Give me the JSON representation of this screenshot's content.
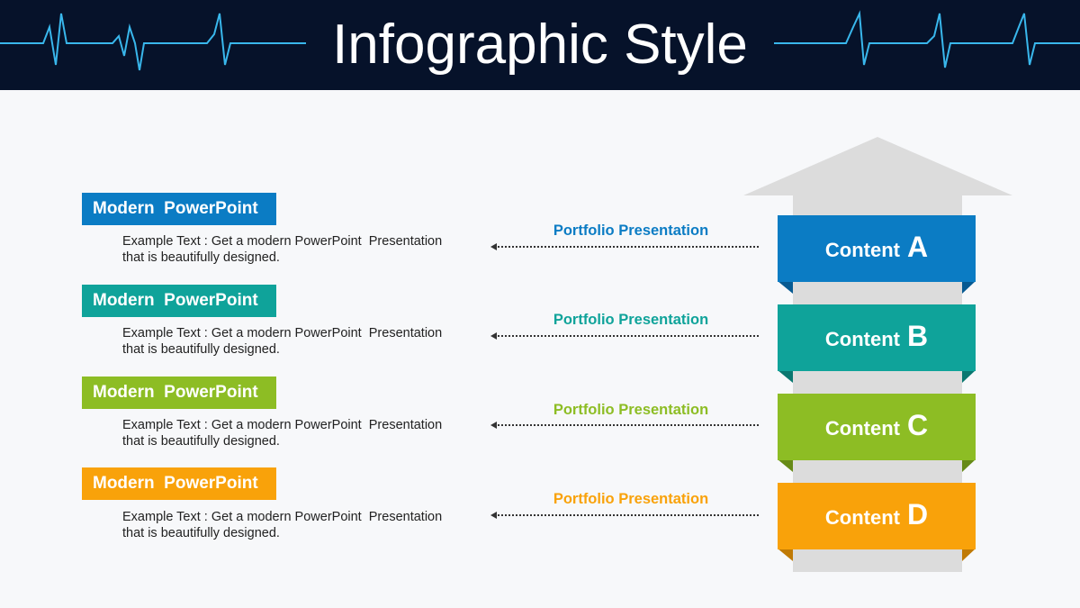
{
  "header": {
    "title": "Infographic Style"
  },
  "colors": {
    "header_bg": "#06122a",
    "pulse": "#39b7ec",
    "arrow_gray": "#dcdcdc",
    "blue": "#0b7cc4",
    "teal": "#0fa39a",
    "green": "#8dbd24",
    "orange": "#f9a20a"
  },
  "rows": [
    {
      "label": "Modern  PowerPoint",
      "text_line1": "Example Text : Get a modern PowerPoint  Presentation",
      "text_line2": "that is beautifully designed.",
      "portfolio": "Portfolio Presentation",
      "content_word": "Content",
      "content_letter": "A",
      "color": "#0b7cc4",
      "dark": "#075a92"
    },
    {
      "label": "Modern  PowerPoint",
      "text_line1": "Example Text : Get a modern PowerPoint  Presentation",
      "text_line2": "that is beautifully designed.",
      "portfolio": "Portfolio Presentation",
      "content_word": "Content",
      "content_letter": "B",
      "color": "#0fa39a",
      "dark": "#0a7770"
    },
    {
      "label": "Modern  PowerPoint",
      "text_line1": "Example Text : Get a modern PowerPoint  Presentation",
      "text_line2": "that is beautifully designed.",
      "portfolio": "Portfolio Presentation",
      "content_word": "Content",
      "content_letter": "C",
      "color": "#8dbd24",
      "dark": "#668a17"
    },
    {
      "label": "Modern  PowerPoint",
      "text_line1": "Example Text : Get a modern PowerPoint  Presentation",
      "text_line2": "that is beautifully designed.",
      "portfolio": "Portfolio Presentation",
      "content_word": "Content",
      "content_letter": "D",
      "color": "#f9a20a",
      "dark": "#c07a05"
    }
  ]
}
